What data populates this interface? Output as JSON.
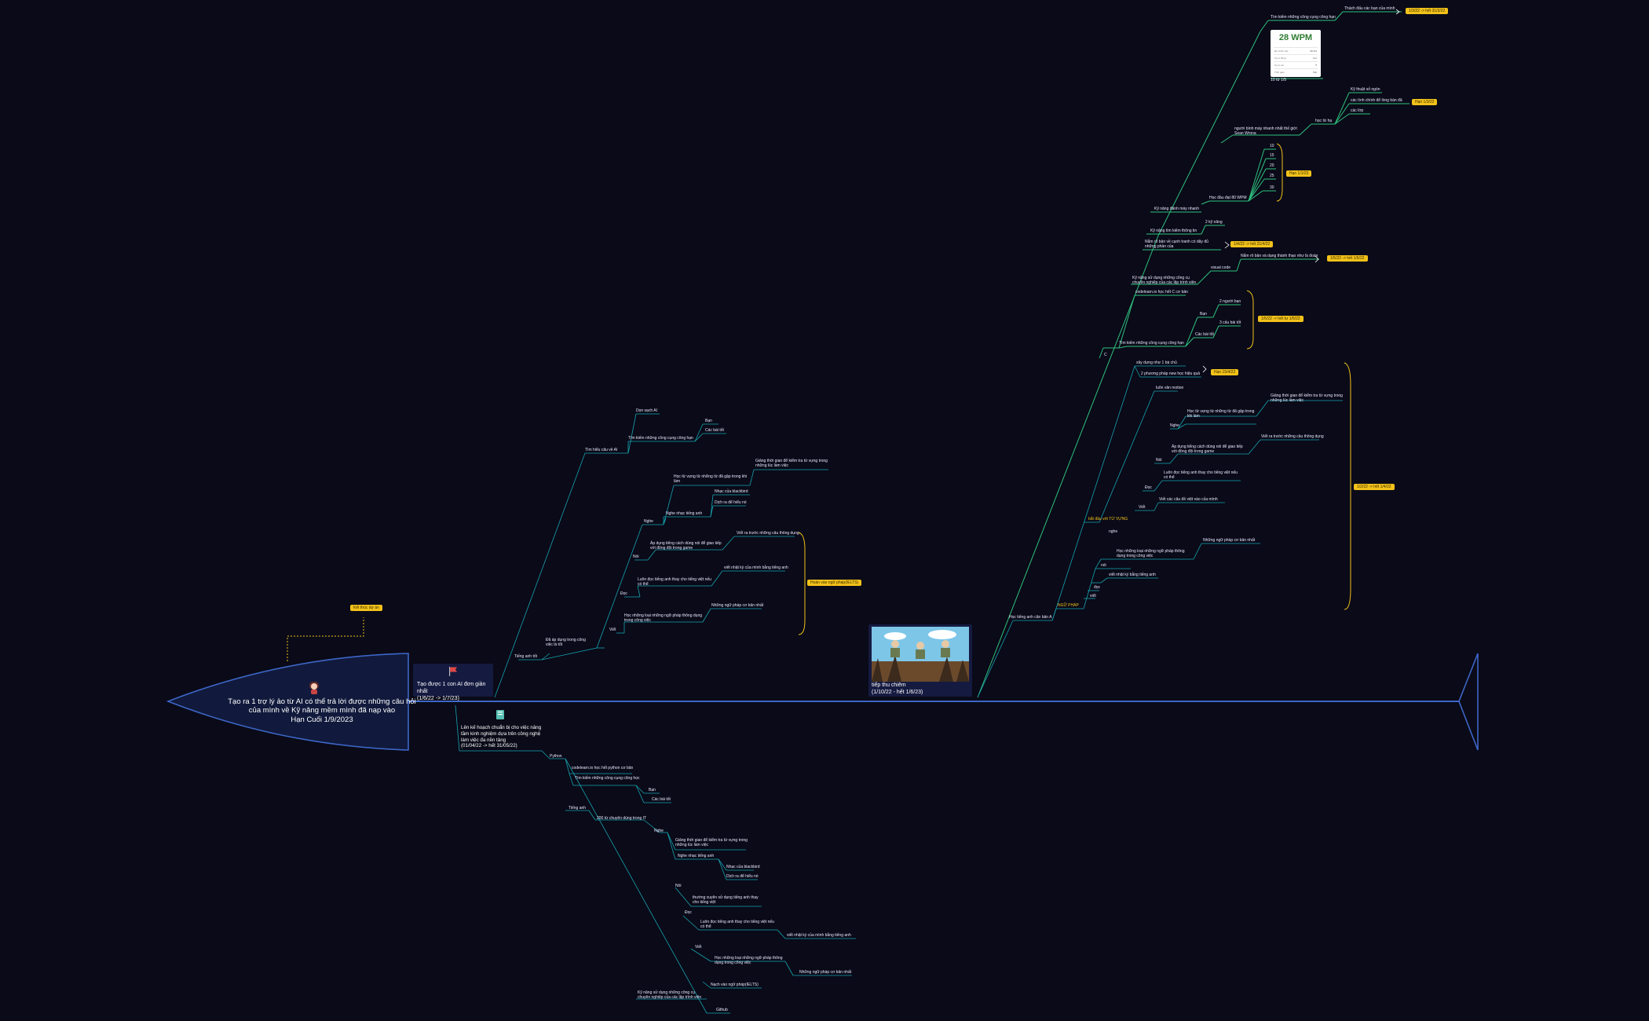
{
  "head": {
    "title": "Tạo ra 1 trợ lý ảo từ AI có thể trả lời được những câu hỏi của mình về Kỹ năng mềm  mình đã nạp vào\nHạn Cuối 1/9/2023",
    "callout": "Kết thúc dự án"
  },
  "categories": {
    "topic1": "Tạo được 1 con AI đơn giản nhất\n(1/6/22 -> 1/7/23)",
    "topic2": "Lên kế hoạch chuẩn bị cho việc nâng tầm kinh nghiệm dựa trên công nghệ làm việc đa nền tảng\n(01/04/22 -> hết 31/05/22)",
    "topic3": "tiếp thu chiêm\n(1/10/22 - hết 1/6/23)"
  },
  "wpm": {
    "value": "28 WPM",
    "rows": [
      {
        "k": "Độ chính xác",
        "v": "96.6%"
      },
      {
        "k": "Ký tự đúng",
        "v": "141"
      },
      {
        "k": "Ký tự sai",
        "v": "5"
      },
      {
        "k": "Thời gian",
        "v": "60s"
      }
    ]
  },
  "nodes": [
    {
      "id": "n1",
      "text": "Dọn sạch AI"
    },
    {
      "id": "n2",
      "text": "Tìm hiểu câu về AI"
    },
    {
      "id": "n3",
      "text": "Tìm kiếm những công cụng công hạn"
    },
    {
      "id": "n4",
      "text": "Bạn"
    },
    {
      "id": "n5",
      "text": "Các bài tốt"
    },
    {
      "id": "n6",
      "text": "Học từ vựng từ những từ đã gặp trong khi làm"
    },
    {
      "id": "n7",
      "text": "Giảng thời gian để kiểm tra từ vựng trong những lúc làm việc"
    },
    {
      "id": "n8",
      "text": "Nhạc của blackbird"
    },
    {
      "id": "n9",
      "text": "Dịch ra để hiểu nó"
    },
    {
      "id": "n10",
      "text": "Nghe nhạc tiếng anh"
    },
    {
      "id": "n11",
      "text": "Nghe"
    },
    {
      "id": "n12",
      "text": "Áp dụng tiếng cách dùng nói để giao tiếp với đồng đội trong game"
    },
    {
      "id": "n13",
      "text": "Viết ra trước những câu thông dụng"
    },
    {
      "id": "n14",
      "text": "Nói"
    },
    {
      "id": "n15",
      "text": "Luôn đọc tiếng anh thay cho tiếng việt nếu có thể"
    },
    {
      "id": "n16",
      "text": "viết nhật ký của mình bằng tiếng anh"
    },
    {
      "id": "n17",
      "text": "Đọc"
    },
    {
      "id": "n18",
      "text": "Học những loại những ngữ pháp thông dụng trong công việc"
    },
    {
      "id": "n19",
      "text": "Những ngữ pháp cơ bản nhất"
    },
    {
      "id": "n20",
      "text": "Viết"
    },
    {
      "id": "n21",
      "text": "Đã áp dụng trong công việc là tốt"
    },
    {
      "id": "n22",
      "text": "Tiếng anh tốt"
    },
    {
      "id": "n23",
      "text": "Python"
    },
    {
      "id": "n24",
      "text": "codelearn.io học hết python cơ bản"
    },
    {
      "id": "n25",
      "text": "Tìm kiếm những công cụng công học"
    },
    {
      "id": "n26",
      "text": "Bạn"
    },
    {
      "id": "n27",
      "text": "Các bài tốt"
    },
    {
      "id": "n28",
      "text": "Tiếng anh"
    },
    {
      "id": "n29",
      "text": "200 từ chuyên dùng trong IT"
    },
    {
      "id": "n30",
      "text": "Nghe"
    },
    {
      "id": "n31",
      "text": "Giảng thời gian để kiểm tra từ vựng trong những lúc làm việc"
    },
    {
      "id": "n32",
      "text": "Nghe nhạc tiếng anh"
    },
    {
      "id": "n33",
      "text": "Nhạc của blackbird"
    },
    {
      "id": "n34",
      "text": "Dịch ra để hiểu nó"
    },
    {
      "id": "n35",
      "text": "Nói"
    },
    {
      "id": "n36",
      "text": "thường xuyên sử dụng tiếng anh thay cho tiếng việt"
    },
    {
      "id": "n37",
      "text": "Đọc"
    },
    {
      "id": "n38",
      "text": "Luôn đọc tiếng anh thay cho tiếng việt nếu có thể"
    },
    {
      "id": "n39",
      "text": "viết nhật ký của mình bằng tiếng anh"
    },
    {
      "id": "n40",
      "text": "Viết"
    },
    {
      "id": "n41",
      "text": "Học những loại những ngữ pháp thông dụng trong công việc"
    },
    {
      "id": "n42",
      "text": "Những ngữ pháp cơ bản nhất"
    },
    {
      "id": "n43",
      "text": "Nạch vào ngữ pháp(IELTS)"
    },
    {
      "id": "n44",
      "text": "Kỹ năng sử dụng những công cụ chuyên nghiệp của các lập trình viên"
    },
    {
      "id": "n45",
      "text": "Github"
    },
    {
      "id": "n46",
      "text": "Thách đấu các bạn của mình"
    },
    {
      "id": "n47",
      "text": "Tìm kiếm những công cụng công hạn"
    },
    {
      "id": "n48",
      "text": "10 từ 1/5"
    },
    {
      "id": "n49",
      "text": "Kỹ thuật số ngón"
    },
    {
      "id": "n50",
      "text": "các tính chính để lòng bàn đã"
    },
    {
      "id": "n51",
      "text": "các lớp"
    },
    {
      "id": "n52",
      "text": "học từ hạ"
    },
    {
      "id": "n53",
      "text": "người bình máy nhanh nhất thế giới Sean Wrona"
    },
    {
      "id": "n54",
      "text": "10"
    },
    {
      "id": "n55",
      "text": "15"
    },
    {
      "id": "n56",
      "text": "20"
    },
    {
      "id": "n57",
      "text": "25"
    },
    {
      "id": "n58",
      "text": "30"
    },
    {
      "id": "n59",
      "text": "Học đầu đạt 80 WPM"
    },
    {
      "id": "n60",
      "text": "Kỹ năng đánh máy nhanh"
    },
    {
      "id": "n61",
      "text": "Kỹ năng tìm kiếm thông tin"
    },
    {
      "id": "n62",
      "text": "2 kỹ năng"
    },
    {
      "id": "n63",
      "text": "Nắm rõ bản về cạnh tranh có dây đủ những phần của"
    },
    {
      "id": "n64",
      "text": "Nắm rõ bản và dạng thành thạo như là đoán"
    },
    {
      "id": "n65",
      "text": "visual code"
    },
    {
      "id": "n66",
      "text": "Kỹ năng sử dụng những công cụ chuyên nghiệp của các lập trình viên"
    },
    {
      "id": "n67",
      "text": "codelearn.io học hết C cơ bản"
    },
    {
      "id": "n68",
      "text": "2 người bạn"
    },
    {
      "id": "n69",
      "text": "Bạn"
    },
    {
      "id": "n70",
      "text": "3 cấu bài tốt"
    },
    {
      "id": "n71",
      "text": "Các bài tốt"
    },
    {
      "id": "n72",
      "text": "Tìm kiếm những công cụng công hạn"
    },
    {
      "id": "n73",
      "text": "C"
    },
    {
      "id": "n74",
      "text": "xây dựng như 1 bà chủ"
    },
    {
      "id": "n75",
      "text": "2 phương pháp new học hiệu quả"
    },
    {
      "id": "n76",
      "text": "luôn văn motion"
    },
    {
      "id": "n77",
      "text": "Giảng thời gian để kiểm tra từ vựng trong những lúc làm việc"
    },
    {
      "id": "n78",
      "text": "Học từ vựng từ những từ đã gặp trong khi làm"
    },
    {
      "id": "n79",
      "text": "Nghe"
    },
    {
      "id": "n80",
      "text": "Áp dụng tiếng cách dùng nói để giao tiếp với đồng đội trong game"
    },
    {
      "id": "n81",
      "text": "Viết ra trước những câu thông dụng"
    },
    {
      "id": "n82",
      "text": "Nói"
    },
    {
      "id": "n83",
      "text": "Luôn đọc tiếng anh thay cho tiếng việt nếu có thể"
    },
    {
      "id": "n84",
      "text": "Đọc"
    },
    {
      "id": "n85",
      "text": "Viết các câu đề việt vào của mình"
    },
    {
      "id": "n86",
      "text": "Viết"
    },
    {
      "id": "n87",
      "text": "bắt đầu với TỪ VỰNG"
    },
    {
      "id": "n88",
      "text": "nghe"
    },
    {
      "id": "n89",
      "text": "Học những loại những ngữ pháp thông dụng trong công việc"
    },
    {
      "id": "n90",
      "text": "Những ngữ pháp cơ bản nhất"
    },
    {
      "id": "n91",
      "text": "nói"
    },
    {
      "id": "n92",
      "text": "đọc"
    },
    {
      "id": "n93",
      "text": "viết nhật ký bằng tiếng anh"
    },
    {
      "id": "n94",
      "text": "viết"
    },
    {
      "id": "n95",
      "text": "NGỮ PHÁP"
    },
    {
      "id": "n96",
      "text": "Học tiếng anh căn bản A"
    }
  ],
  "tags": [
    {
      "id": "t1",
      "text": "1/3/22 -> hết 31/3/22"
    },
    {
      "id": "t2",
      "text": "Hạn 1/3/22"
    },
    {
      "id": "t3",
      "text": "Hạn 1/1/23"
    },
    {
      "id": "t4",
      "text": "1/4/22 -> hết 21/4/22"
    },
    {
      "id": "t5",
      "text": "1/5/22 -> hết 1/5/22"
    },
    {
      "id": "t6",
      "text": "1/5/22 -> hết tự 1/5/22"
    },
    {
      "id": "t7",
      "text": "Hạn 15/4/22"
    },
    {
      "id": "t8",
      "text": "1/2/22 -> hết 1/4/22"
    },
    {
      "id": "t9",
      "text": "Hoàn vào ngữ pháp(IELTS)"
    }
  ]
}
